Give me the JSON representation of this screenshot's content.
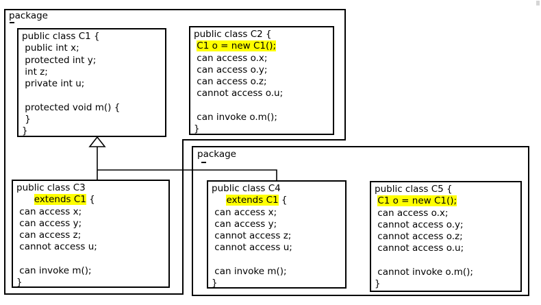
{
  "diagram": {
    "title": "Java access modifier visibility across packages",
    "package1": {
      "label": "package"
    },
    "package2": {
      "label": "package"
    },
    "highlight_color": "#ffff00",
    "line_color": "#000000",
    "relationship": "C3 and C4 extend C1 (hollow-triangle generalization arrow pointing at C1)"
  },
  "classes": {
    "c1": {
      "name": "C1",
      "lines": [
        {
          "pre": "public class C1 {"
        },
        {
          "pre": " public int x;"
        },
        {
          "pre": " protected int y;"
        },
        {
          "pre": " int z;"
        },
        {
          "pre": " private int u;"
        },
        {
          "pre": ""
        },
        {
          "pre": " protected void m() {"
        },
        {
          "pre": " }"
        },
        {
          "pre": "}"
        }
      ]
    },
    "c2": {
      "name": "C2",
      "lines": [
        {
          "pre": "public class C2 {"
        },
        {
          "pre": " ",
          "hl": "C1 o = new C1();"
        },
        {
          "pre": " can access o.x;"
        },
        {
          "pre": " can access o.y;"
        },
        {
          "pre": " can access o.z;"
        },
        {
          "pre": " cannot access o.u;"
        },
        {
          "pre": ""
        },
        {
          "pre": " can invoke o.m();"
        },
        {
          "pre": "}"
        }
      ]
    },
    "c3": {
      "name": "C3",
      "lines": [
        {
          "pre": "public class C3"
        },
        {
          "pre": "      ",
          "hl": "extends C1",
          "post": " {"
        },
        {
          "pre": " can access x;"
        },
        {
          "pre": " can access y;"
        },
        {
          "pre": " can access z;"
        },
        {
          "pre": " cannot access u;"
        },
        {
          "pre": ""
        },
        {
          "pre": " can invoke m();"
        },
        {
          "pre": "}"
        }
      ]
    },
    "c4": {
      "name": "C4",
      "lines": [
        {
          "pre": "public class C4"
        },
        {
          "pre": "     ",
          "hl": "extends C1",
          "post": " {"
        },
        {
          "pre": " can access x;"
        },
        {
          "pre": " can access y;"
        },
        {
          "pre": " cannot access z;"
        },
        {
          "pre": " cannot access u;"
        },
        {
          "pre": ""
        },
        {
          "pre": " can invoke m();"
        },
        {
          "pre": "}"
        }
      ]
    },
    "c5": {
      "name": "C5",
      "lines": [
        {
          "pre": "public class C5 {"
        },
        {
          "pre": " ",
          "hl": "C1 o = new C1();"
        },
        {
          "pre": " can access o.x;"
        },
        {
          "pre": " cannot access o.y;"
        },
        {
          "pre": " cannot access o.z;"
        },
        {
          "pre": " cannot access o.u;"
        },
        {
          "pre": ""
        },
        {
          "pre": " cannot invoke o.m();"
        },
        {
          "pre": "}"
        }
      ]
    }
  }
}
